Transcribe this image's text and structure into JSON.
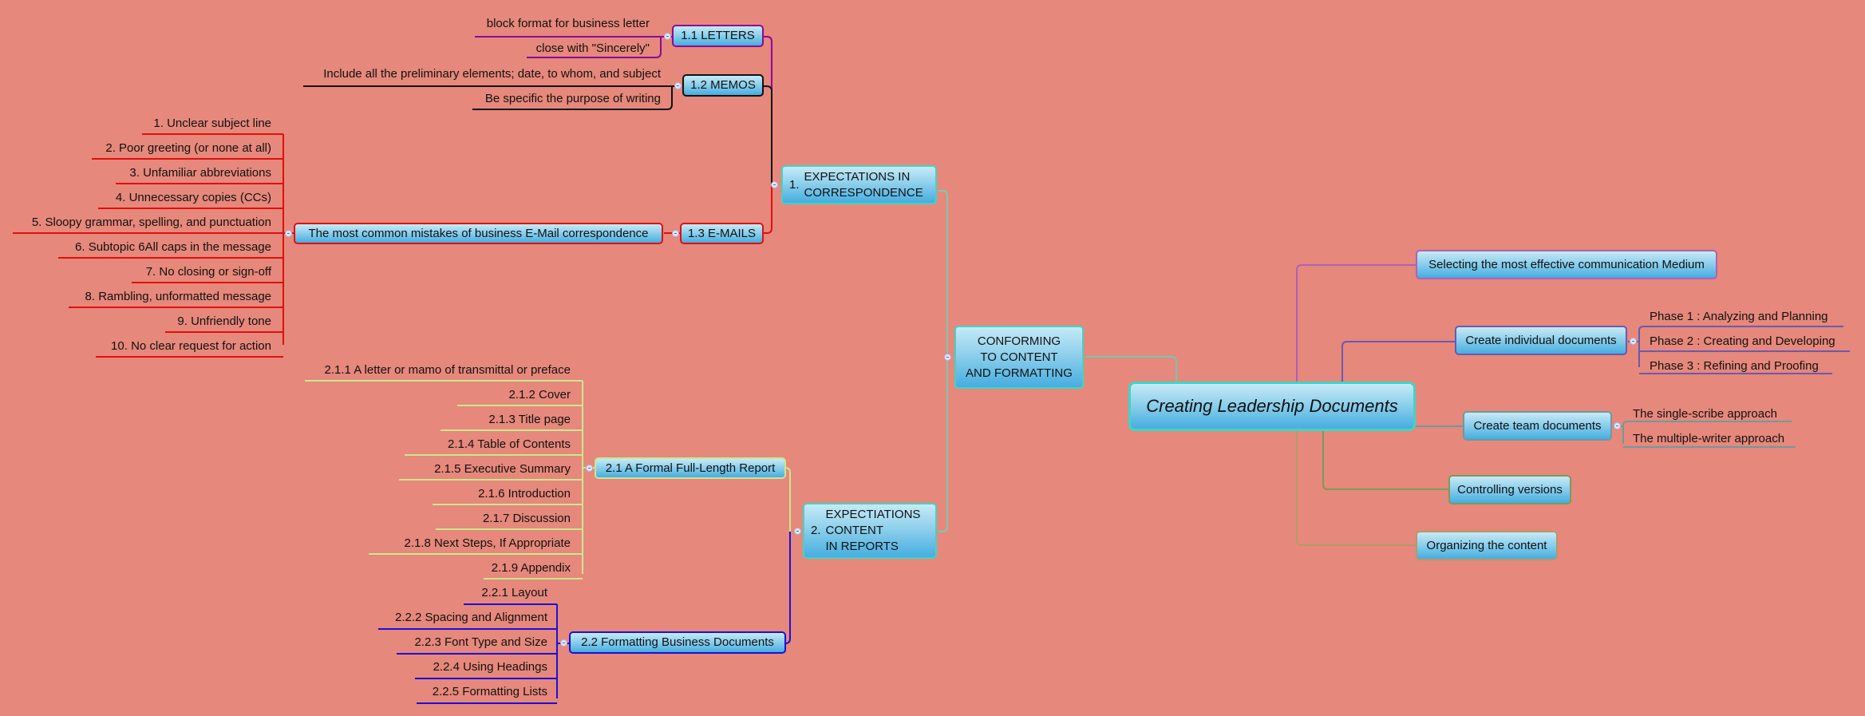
{
  "root": {
    "label": "Creating Leadership Documents"
  },
  "left_branch": {
    "label": "CONFORMING\nTO CONTENT\nAND FORMATTING",
    "line1": "CONFORMING",
    "line2": "TO CONTENT",
    "line3": "AND FORMATTING",
    "sections": [
      {
        "number": "1.",
        "line1": "EXPECTATIONS IN",
        "line2": "CORRESPONDENCE",
        "subsections": [
          {
            "label": "1.1 LETTERS",
            "color": "#8a0a9a",
            "items": [
              "block format for business letter",
              "close with \"Sincerely\""
            ]
          },
          {
            "label": "1.2 MEMOS",
            "color": "#111111",
            "items": [
              "Include all the preliminary elements; date, to whom, and subject",
              "Be specific the purpose of writing"
            ]
          },
          {
            "label": "1.3 E-MAILS",
            "color": "#e01010",
            "child": "The most common mistakes of business E-Mail correspondence",
            "items": [
              "1. Unclear subject line",
              "2. Poor greeting (or none at all)",
              "3. Unfamiliar abbreviations",
              "4. Unnecessary copies (CCs)",
              "5. Sloopy grammar, spelling, and punctuation",
              "6. Subtopic 6All caps in the message",
              "7. No closing or sign-off",
              "8. Rambling, unformatted message",
              "9. Unfriendly tone",
              "10. No clear request for action"
            ]
          }
        ]
      },
      {
        "number": "2.",
        "line1": "EXPECTIATIONS",
        "line2": "CONTENT",
        "line3": "IN REPORTS",
        "subsections": [
          {
            "label": "2.1 A Formal Full-Length Report",
            "color": "#c8e890",
            "items": [
              "2.1.1 A letter or mamo of transmittal or preface",
              "2.1.2 Cover",
              "2.1.3 Title page",
              "2.1.4 Table of Contents",
              "2.1.5 Executive Summary",
              "2.1.6 Introduction",
              "2.1.7 Discussion",
              "2.1.8 Next Steps, If Appropriate",
              "2.1.9 Appendix"
            ]
          },
          {
            "label": "2.2 Formatting Business Documents",
            "color": "#1a10d8",
            "items": [
              "2.2.1 Layout",
              "2.2.2 Spacing and Alignment",
              "2.2.3 Font Type and Size",
              "2.2.4 Using Headings",
              "2.2.5 Formatting Lists"
            ]
          }
        ]
      }
    ]
  },
  "right_branches": [
    {
      "label": "Selecting the most effective communication Medium",
      "color": "#b060b8"
    },
    {
      "label": "Create individual documents",
      "color": "#6a5ab0",
      "items": [
        "Phase 1 : Analyzing and Planning",
        "Phase 2 : Creating and Developing",
        "Phase 3 : Refining and Proofing"
      ]
    },
    {
      "label": "Create team documents",
      "color": "#6f9aa0",
      "items": [
        "The single-scribe approach",
        "The multiple-writer approach"
      ]
    },
    {
      "label": "Controlling versions",
      "color": "#7c9a5c"
    },
    {
      "label": "Organizing the content",
      "color": "#b49a6a"
    }
  ],
  "colors": {
    "background": "#e6887b",
    "node_border_teal": "#3ed6c6",
    "node_fill_top": "#c6eaf6",
    "node_fill_bottom": "#46ade0"
  }
}
